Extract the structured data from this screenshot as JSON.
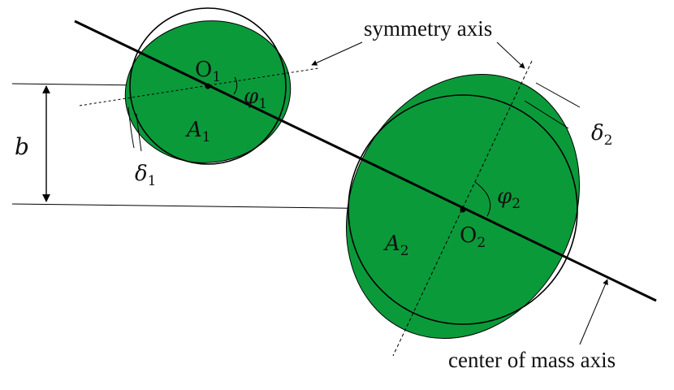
{
  "labels": {
    "symmetry_axis": "symmetry axis",
    "center_of_mass_axis": "center of mass axis",
    "b": "b",
    "o1_base": "O",
    "o1_sub": "1",
    "o2_base": "O",
    "o2_sub": "2",
    "a1_base": "A",
    "a1_sub": "1",
    "a2_base": "A",
    "a2_sub": "2",
    "phi1_base": "φ",
    "phi1_sub": "1",
    "phi2_base": "φ",
    "phi2_sub": "2",
    "delta1_base": "δ",
    "delta1_sub": "1",
    "delta2_base": "δ",
    "delta2_sub": "2"
  },
  "colors": {
    "ellipse_fill": "#0b9a3a",
    "stroke": "#000000"
  }
}
